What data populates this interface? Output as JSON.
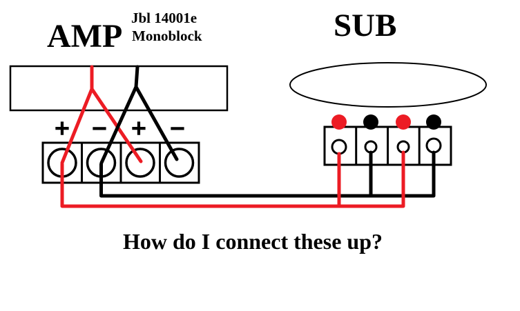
{
  "amp": {
    "label": "AMP",
    "model_line1": "Jbl 14001e",
    "model_line2": "Monoblock",
    "polarity_labels": [
      "+",
      "−",
      "+",
      "−"
    ]
  },
  "sub": {
    "label": "SUB",
    "dot_colors": [
      "#ec1c24",
      "#000000",
      "#ec1c24",
      "#000000"
    ]
  },
  "question": "How do I connect these up?",
  "colors": {
    "positive_wire": "#ec1c24",
    "negative_wire": "#000000",
    "outline": "#000000",
    "background": "#ffffff"
  }
}
